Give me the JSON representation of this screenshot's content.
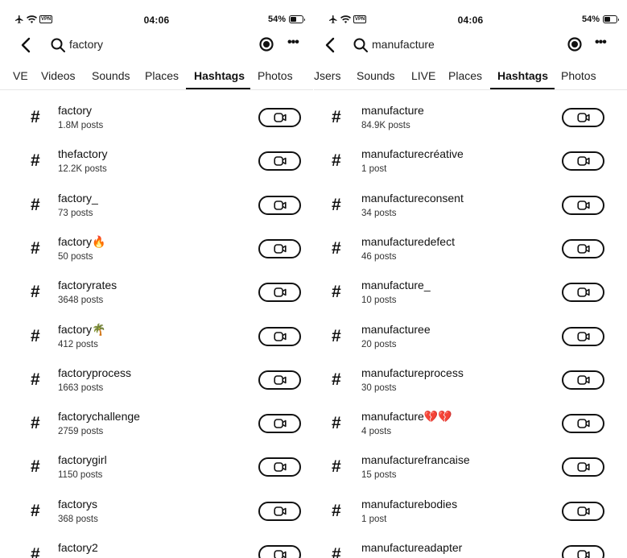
{
  "left": {
    "status": {
      "time": "04:06",
      "battery": "54%",
      "vpn": "VPN",
      "battery_level": 0.54
    },
    "search": {
      "query": "factory"
    },
    "tabs": [
      {
        "label": "VE"
      },
      {
        "label": "Videos"
      },
      {
        "label": "Sounds"
      },
      {
        "label": "Places"
      },
      {
        "label": "Hashtags"
      },
      {
        "label": "Photos"
      }
    ],
    "active_tab": "Hashtags",
    "hashtags": [
      {
        "name": "factory",
        "count": "1.8M posts"
      },
      {
        "name": "thefactory",
        "count": "12.2K posts"
      },
      {
        "name": "factory_",
        "count": "73 posts"
      },
      {
        "name": "factory🔥",
        "count": "50 posts"
      },
      {
        "name": "factoryrates",
        "count": "3648 posts"
      },
      {
        "name": "factory🌴",
        "count": "412 posts"
      },
      {
        "name": "factoryprocess",
        "count": "1663 posts"
      },
      {
        "name": "factorychallenge",
        "count": "2759 posts"
      },
      {
        "name": "factorygirl",
        "count": "1150 posts"
      },
      {
        "name": "factorys",
        "count": "368 posts"
      },
      {
        "name": "factory2",
        "count": ""
      }
    ]
  },
  "right": {
    "status": {
      "time": "04:06",
      "battery": "54%",
      "vpn": "VPN",
      "battery_level": 0.54
    },
    "search": {
      "query": "manufacture"
    },
    "tabs": [
      {
        "label": "Jsers"
      },
      {
        "label": "Sounds"
      },
      {
        "label": "LIVE"
      },
      {
        "label": "Places"
      },
      {
        "label": "Hashtags"
      },
      {
        "label": "Photos"
      }
    ],
    "active_tab": "Hashtags",
    "hashtags": [
      {
        "name": "manufacture",
        "count": "84.9K posts"
      },
      {
        "name": "manufacturecréative",
        "count": "1 post"
      },
      {
        "name": "manufactureconsent",
        "count": "34 posts"
      },
      {
        "name": "manufacturedefect",
        "count": "46 posts"
      },
      {
        "name": "manufacture_",
        "count": "10 posts"
      },
      {
        "name": "manufacturee",
        "count": "20 posts"
      },
      {
        "name": "manufactureprocess",
        "count": "30 posts"
      },
      {
        "name": "manufacture💔💔",
        "count": "4 posts"
      },
      {
        "name": "manufacturefrancaise",
        "count": "15 posts"
      },
      {
        "name": "manufacturebodies",
        "count": "1 post"
      },
      {
        "name": "manufactureadapter",
        "count": ""
      }
    ]
  },
  "icons": {
    "back": "chevron-left-icon",
    "search": "search-icon",
    "record": "record-circle-icon",
    "more": "more-horizontal-icon",
    "hashtag": "hashtag-icon",
    "video_button": "video-camera-icon",
    "airplane": "airplane-icon",
    "wifi": "wifi-icon"
  }
}
